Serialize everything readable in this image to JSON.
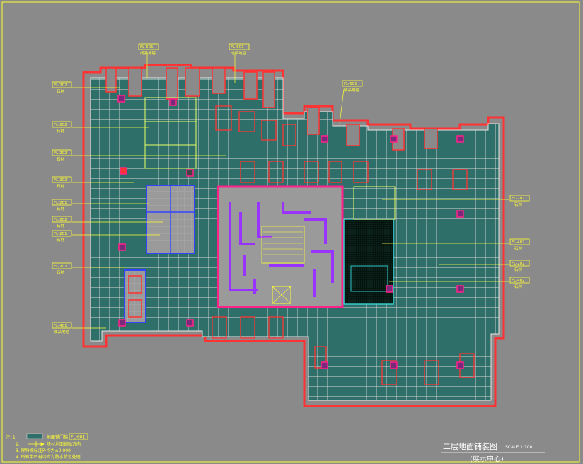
{
  "colors": {
    "background": "#8a8a8a",
    "border": "#ffff33",
    "grid_fill": "#2f6f6a",
    "grid_line": "#d8d8d8",
    "outline": "#ff3333",
    "core": "#9933ff",
    "magenta": "#ff2288",
    "column": "#7a2a7a",
    "leader": "#ffff33",
    "dark_room": "#06140f"
  },
  "left_tags": [
    {
      "code": "FL-202",
      "desc": "石材"
    },
    {
      "code": "FL-202",
      "desc": "石材"
    },
    {
      "code": "FL-202",
      "desc": "石材"
    },
    {
      "code": "FL-202",
      "desc": "石材"
    },
    {
      "code": "FL-201",
      "desc": "石材"
    },
    {
      "code": "FL-202",
      "desc": "石材"
    },
    {
      "code": "FL-201",
      "desc": "石材"
    },
    {
      "code": "FL-202",
      "desc": "石材"
    },
    {
      "code": "FL-401",
      "desc": "成品地毯"
    }
  ],
  "top_tags": [
    {
      "code": "FL-601",
      "desc": "成品地毯"
    },
    {
      "code": "FL-601",
      "desc": "成品地毯"
    },
    {
      "code": "FL-601",
      "desc": "成品地毯"
    }
  ],
  "right_tags": [
    {
      "code": "FL-202",
      "desc": "石材"
    },
    {
      "code": "FL-402",
      "desc": "石材"
    },
    {
      "code": "FL-202",
      "desc": "石材"
    },
    {
      "code": "FL-402",
      "desc": "石材"
    }
  ],
  "notes": {
    "heading": "注: 1",
    "legend_text": "地面铺门槛",
    "legend_tag": "FL-601",
    "n2_num": "2.",
    "n2_text": "块材地面铺贴方向",
    "n3": "3. 除特殊标注外均为±0.000",
    "n4": "4. 所有带石材均应为防水防污处理"
  },
  "title": {
    "main": "二层地面铺装图",
    "scale": "SCALE 1:100",
    "sub": "(展示中心)"
  }
}
